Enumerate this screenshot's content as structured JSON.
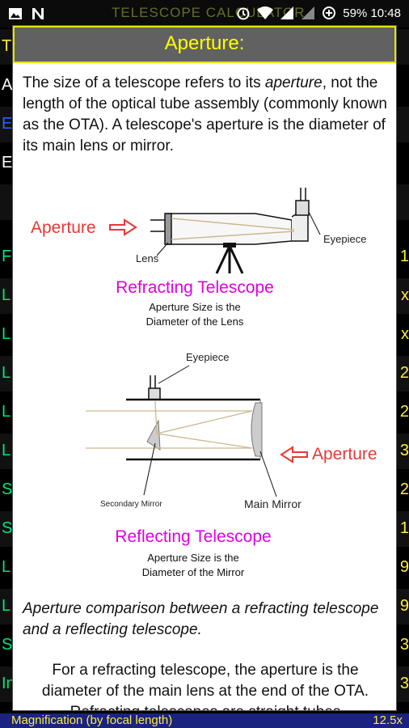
{
  "status_bar": {
    "battery": "59%",
    "time": "10:48",
    "background_title": "TELESCOPE CALCULATOR"
  },
  "background_rows": [
    {
      "left": "T",
      "right": "",
      "color": "#ffeb3b"
    },
    {
      "left": "A",
      "right": "",
      "color": "#ffffff"
    },
    {
      "left": "E",
      "right": "",
      "color": "#2962ff"
    },
    {
      "left": "E",
      "right": "",
      "color": "#ffffff"
    },
    {
      "left": "",
      "right": "",
      "color": "#ffffff"
    },
    {
      "left": "F",
      "right": "1",
      "color": "#00e676"
    },
    {
      "left": "L",
      "right": "x",
      "color": "#00e676"
    },
    {
      "left": "L",
      "right": "x",
      "color": "#00e676"
    },
    {
      "left": "L",
      "right": "2",
      "color": "#00e676"
    },
    {
      "left": "L",
      "right": "2",
      "color": "#00e676"
    },
    {
      "left": "L",
      "right": "3",
      "color": "#00e676"
    },
    {
      "left": "S",
      "right": "2",
      "color": "#00e676"
    },
    {
      "left": "S",
      "right": "1",
      "color": "#00e676"
    },
    {
      "left": "L",
      "right": "9",
      "color": "#00e676"
    },
    {
      "left": "L",
      "right": "9",
      "color": "#00e676"
    },
    {
      "left": "S",
      "right": "3",
      "color": "#00e676"
    },
    {
      "left": "In",
      "right": "3",
      "color": "#00e676"
    }
  ],
  "bottom_strip": {
    "left": "Magnification (by focal length)",
    "right": "12.5x"
  },
  "dialog": {
    "title": "Aperture:",
    "intro_before": "The size of a telescope refers to its ",
    "intro_em": "aperture",
    "intro_after": ", not the length of the optical tube assembly (commonly known as the OTA). A telescope's aperture is the diameter of its main lens or mirror.",
    "refractor": {
      "aperture_label": "Aperture",
      "lens_label": "Lens",
      "eyepiece_label": "Eyepiece",
      "title": "Refracting Telescope",
      "sub1": "Aperture Size is the",
      "sub2": "Diameter of the Lens"
    },
    "reflector": {
      "eyepiece_label": "Eyepiece",
      "aperture_label": "Aperture",
      "secondary_label": "Secondary Mirror",
      "main_label": "Main Mirror",
      "title": "Reflecting Telescope",
      "sub1": "Aperture Size is the",
      "sub2": "Diameter of the Mirror"
    },
    "caption": "Aperture comparison between a refracting telescope and a reflecting telescope.",
    "para2": "For a refracting telescope, the aperture is the diameter of the main lens at the end of the OTA. Refracting telescopes are straight tubes"
  }
}
